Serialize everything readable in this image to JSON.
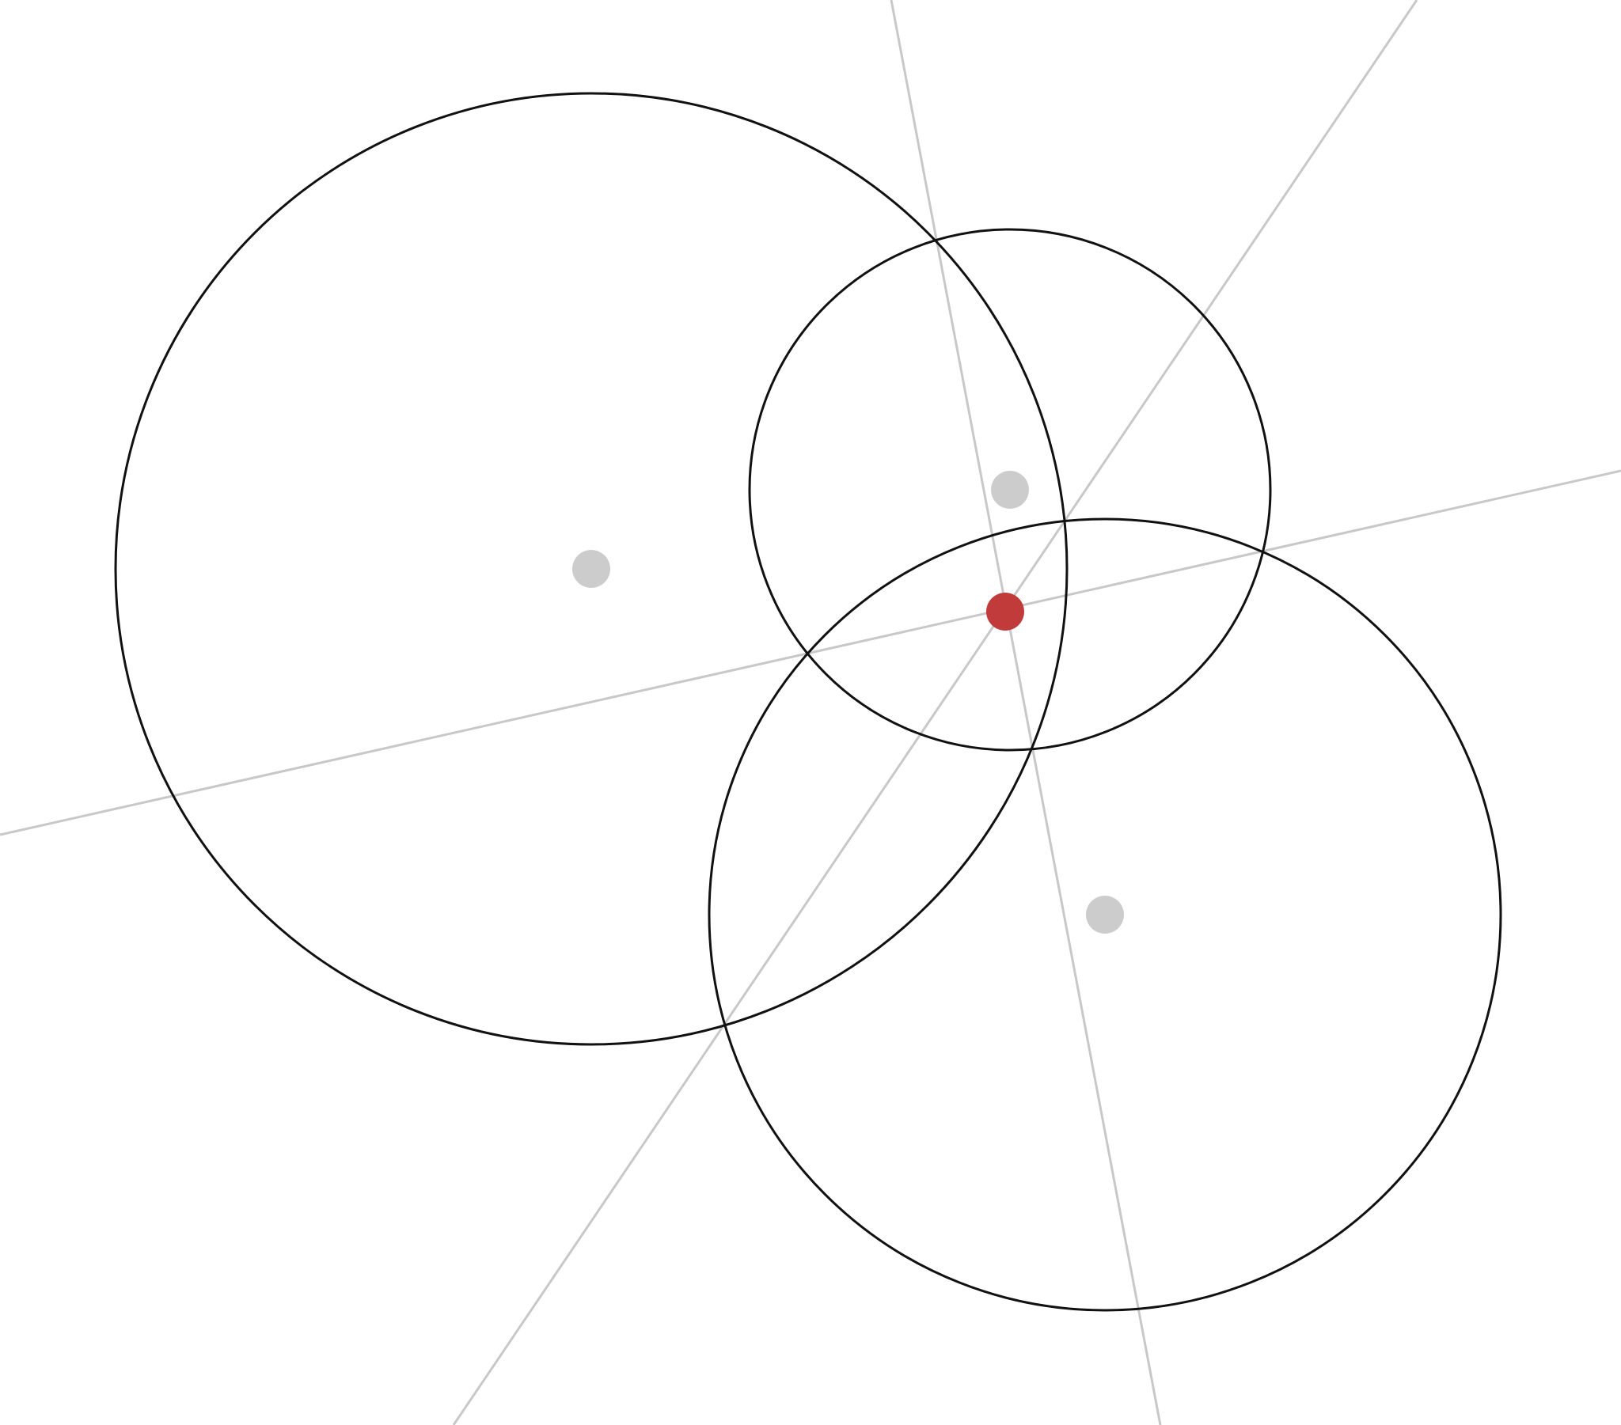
{
  "colors": {
    "background": "#ffffff",
    "circle_stroke": "#111111",
    "axis_stroke": "#c8c8c8",
    "center_dot": "#cccccc",
    "radical_center": "#c23b3b"
  },
  "diagram": {
    "circle_count": 3,
    "radical_axis_count": 3,
    "radical_center_count": 1
  }
}
